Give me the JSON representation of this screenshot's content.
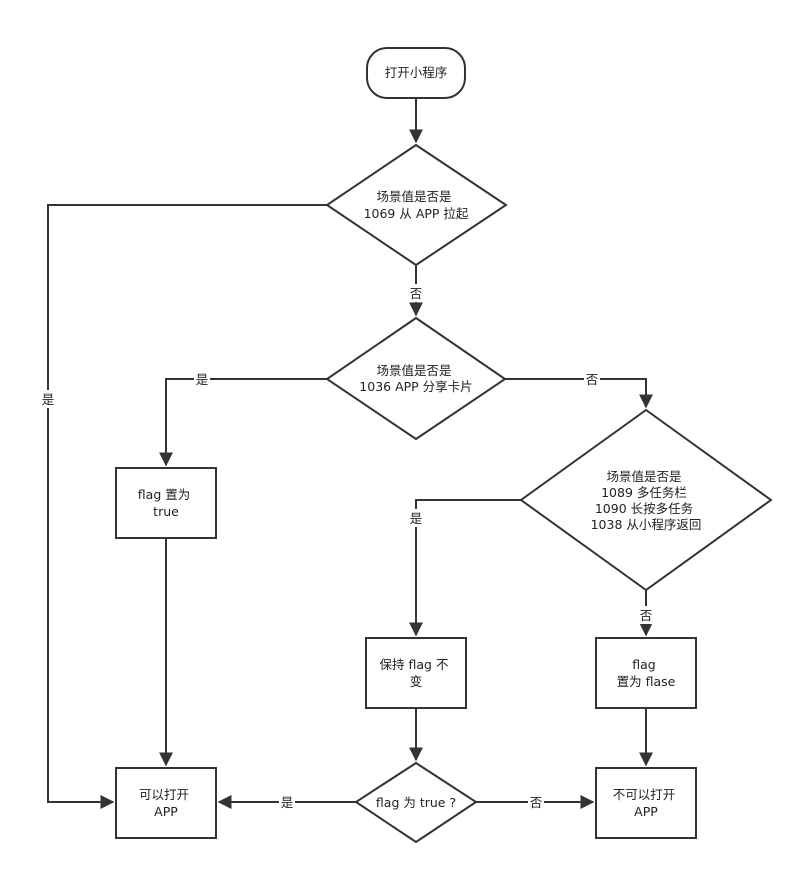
{
  "nodes": {
    "start": {
      "lines": [
        "打开小程序"
      ]
    },
    "d1069": {
      "lines": [
        "场景值是否是",
        "1069 从 APP 拉起"
      ]
    },
    "d1036": {
      "lines": [
        "场景值是否是",
        "1036 APP 分享卡片"
      ]
    },
    "d_multi": {
      "lines": [
        "场景值是否是",
        "1089 多任务栏",
        "1090 长按多任务",
        "1038 从小程序返回"
      ]
    },
    "flag_true": {
      "lines": [
        "flag 置为",
        "true"
      ]
    },
    "keep_flag": {
      "lines": [
        "保持 flag 不",
        "变"
      ]
    },
    "flag_false": {
      "lines": [
        "flag",
        "置为 flase"
      ]
    },
    "can_open": {
      "lines": [
        "可以打开",
        "APP"
      ]
    },
    "d_flag": {
      "lines": [
        "flag 为 true ?"
      ]
    },
    "cannot_open": {
      "lines": [
        "不可以打开",
        "APP"
      ]
    }
  },
  "edge_labels": {
    "yes_1069": "是",
    "no_1069": "否",
    "yes_1036": "是",
    "no_1036": "否",
    "yes_multi": "是",
    "no_multi": "否",
    "yes_flag": "是",
    "no_flag": "否"
  }
}
